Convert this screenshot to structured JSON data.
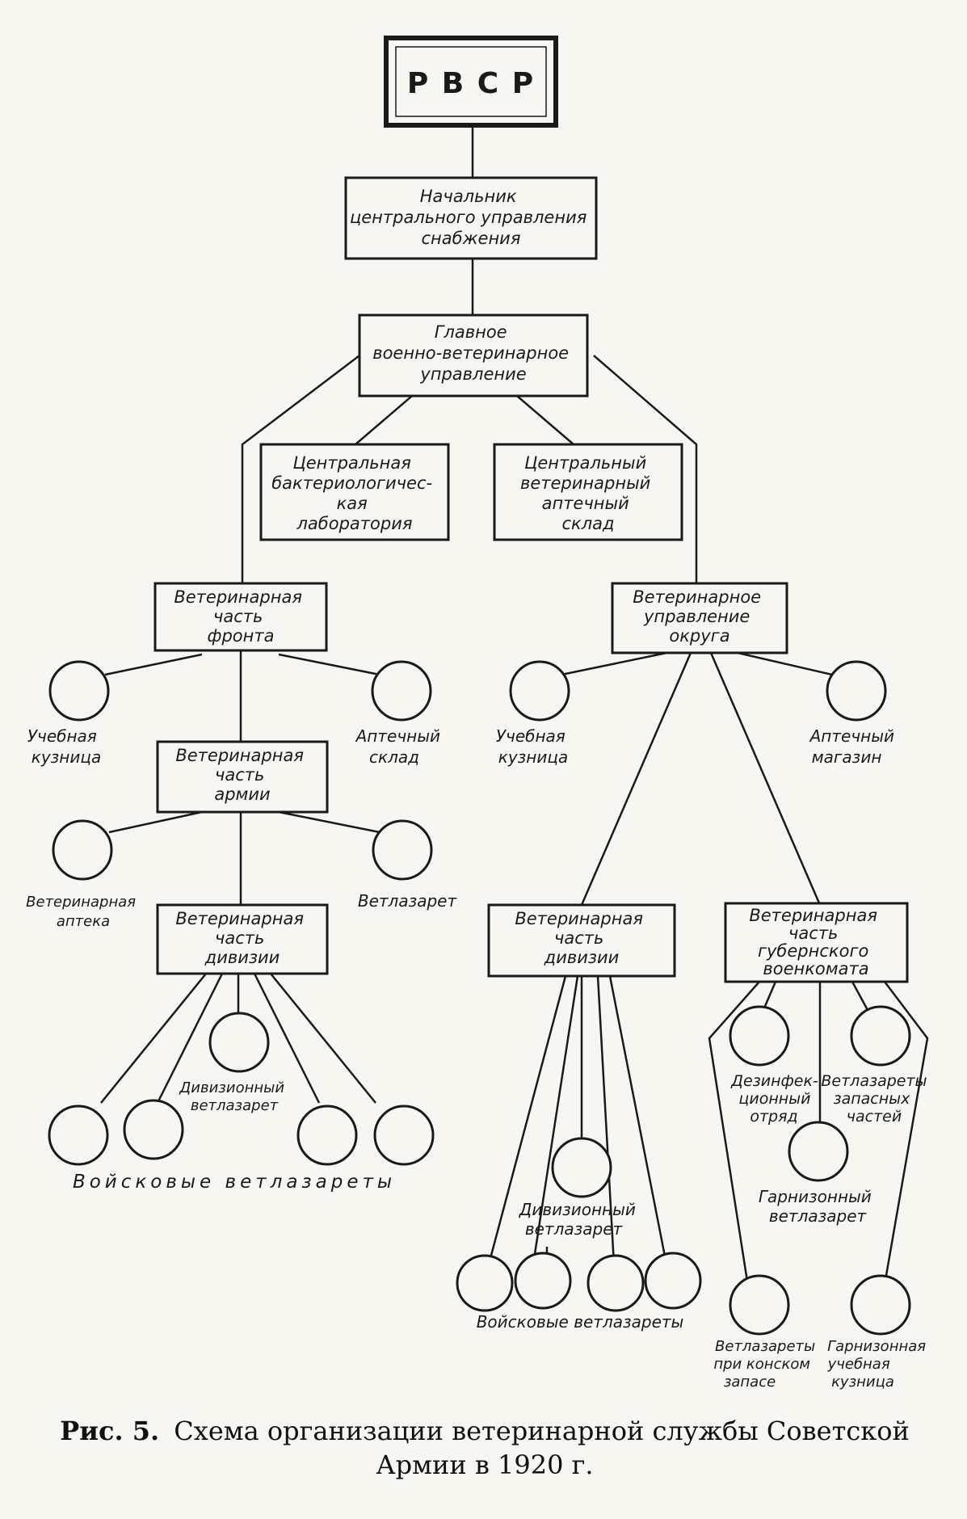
{
  "colors": {
    "ink": "#1a1a1a",
    "paper": "#f7f6f1"
  },
  "boxes": {
    "rvsr": [
      "Р В С Р"
    ],
    "chief_supply": [
      "Начальник",
      "центрального управления",
      "снабжения"
    ],
    "main_vet": [
      "Главное",
      "военно-ветеринарное",
      "управление"
    ],
    "central_lab": [
      "Центральная",
      "бактериологичес-",
      "кая",
      "лаборатория"
    ],
    "central_pharm": [
      "Центральный",
      "ветеринарный",
      "аптечный",
      "склад"
    ],
    "front_vet": [
      "Ветеринарная",
      "часть",
      "фронта"
    ],
    "district_vet": [
      "Ветеринарное",
      "управление",
      "округа"
    ],
    "army_vet": [
      "Ветеринарная",
      "часть",
      "армии"
    ],
    "div_vet_left": [
      "Ветеринарная",
      "часть",
      "дивизии"
    ],
    "div_vet_right": [
      "Ветеринарная",
      "часть",
      "дивизии"
    ],
    "gub_vet": [
      "Ветеринарная",
      "часть",
      "губернского",
      "военкомата"
    ]
  },
  "labels": {
    "front_smithy": [
      "Учебная",
      "кузница"
    ],
    "front_store": [
      "Аптечный",
      "склад"
    ],
    "district_smithy": [
      "Учебная",
      "кузница"
    ],
    "district_shop": [
      "Аптечный",
      "магазин"
    ],
    "army_pharmacy": [
      "Ветеринарная",
      "аптека"
    ],
    "army_infirmary": [
      "Ветлазарет"
    ],
    "left_div_infirmary": [
      "Дивизионный",
      "ветлазарет"
    ],
    "left_troop": [
      "Войсковые   ветлазареты"
    ],
    "right_div_infirmary": [
      "Дивизионный",
      "ветлазарет"
    ],
    "right_troop": [
      "Войсковые ветлазареты"
    ],
    "disinfect": [
      "Дезинфек-",
      "ционный",
      "отряд"
    ],
    "reserve_inf": [
      "Ветлазареты",
      "запасных",
      "частей"
    ],
    "garrison_inf": [
      "Гарнизонный",
      "ветлазарет"
    ],
    "horse_reserve": [
      "Ветлазареты",
      "при конском",
      "запасе"
    ],
    "garrison_smithy": [
      "Гарнизонная",
      "учебная",
      "кузница"
    ]
  },
  "caption": {
    "fig": "Рис. 5.",
    "text_line1": "Схема организации ветеринарной службы Советской",
    "text_line2": "Армии в 1920 г."
  }
}
